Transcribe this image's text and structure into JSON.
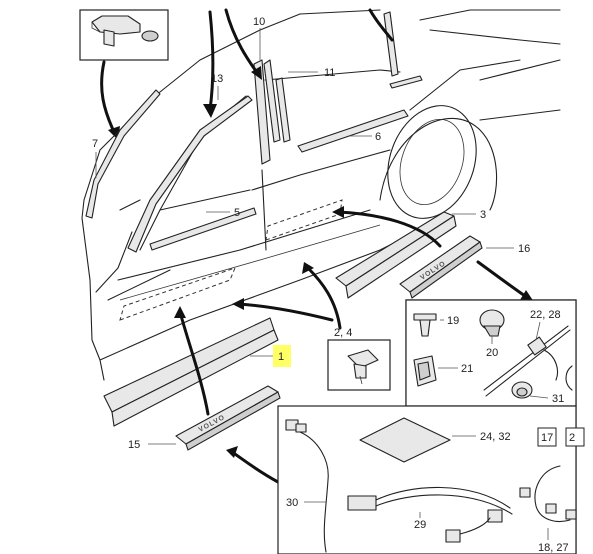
{
  "callouts": {
    "c10": "10",
    "c13": "13",
    "c11": "11",
    "c7": "7",
    "c6": "6",
    "c5": "5",
    "c3": "3",
    "c16": "16",
    "c2_4": "2, 4",
    "c19": "19",
    "c22_28": "22, 28",
    "c20": "20",
    "c1": "1",
    "c21": "21",
    "c31": "31",
    "c15": "15",
    "c24_32": "24, 32",
    "c17": "17",
    "c2x": "2",
    "c30": "30",
    "c29": "29",
    "c18_27": "18, 27"
  },
  "brand_text": {
    "sill_front": "VOLVO",
    "sill_rear": "VOLVO"
  },
  "colors": {
    "highlight": "#ffff66",
    "line": "#222222"
  }
}
